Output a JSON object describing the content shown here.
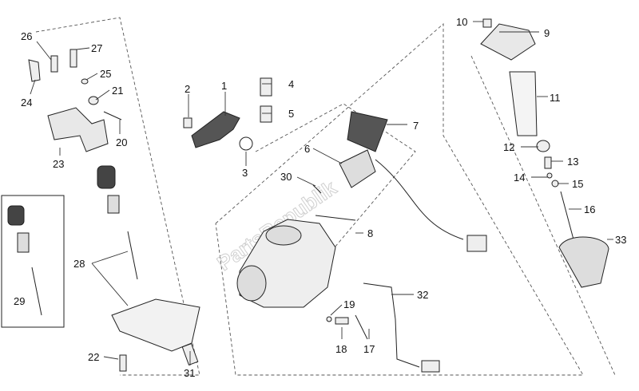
{
  "diagram": {
    "labels": {
      "p1": "1",
      "p2": "2",
      "p3": "3",
      "p4": "4",
      "p5": "5",
      "p6": "6",
      "p7": "7",
      "p8": "8",
      "p9": "9",
      "p10": "10",
      "p11": "11",
      "p12": "12",
      "p13": "13",
      "p14": "14",
      "p15": "15",
      "p16": "16",
      "p17": "17",
      "p18": "18",
      "p19": "19",
      "p20": "20",
      "p21": "21",
      "p22": "22",
      "p23": "23",
      "p24": "24",
      "p25": "25",
      "p26": "26",
      "p27": "27",
      "p28": "28",
      "p29": "29",
      "p30": "30",
      "p31": "31",
      "p32": "32",
      "p33": "33"
    },
    "watermark": "PartsRepublik",
    "colors": {
      "line": "#222222",
      "part_fill": "#e6e6e6",
      "dark_part": "#555555",
      "red_part": "#d8d8d8"
    }
  }
}
